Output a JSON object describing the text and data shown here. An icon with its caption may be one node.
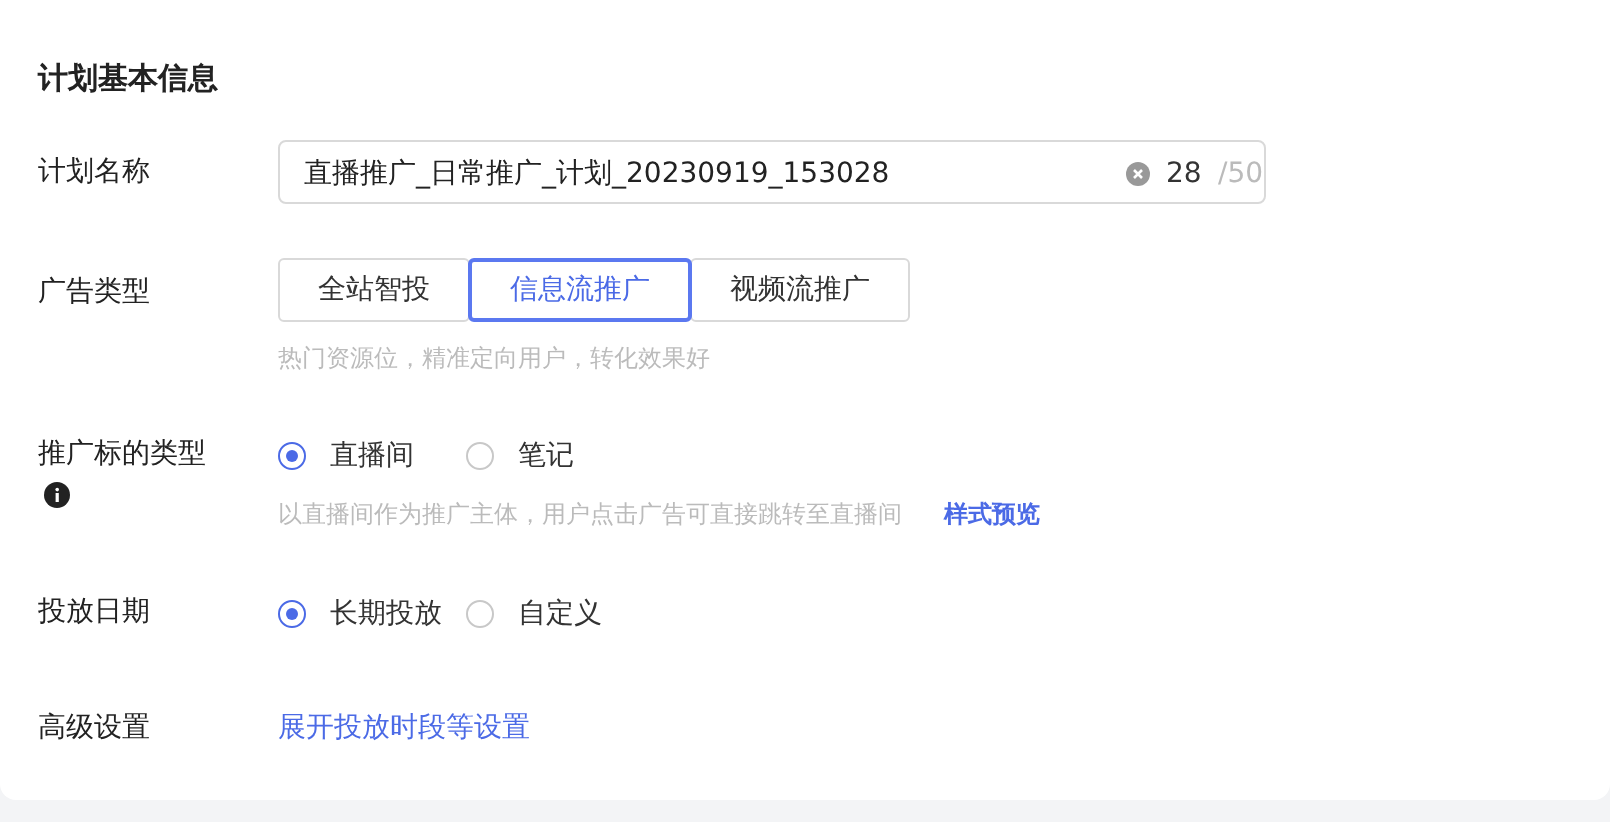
{
  "diagram": {
    "labels": [
      "计划基本信息",
      "计划名称",
      "直播推广_日常推广_计划_20230919_153028",
      "28",
      "/50",
      "广告类型",
      "全站智投",
      "信息流推广",
      "视频流推广",
      "热门资源位，精准定向用户，转化效果好",
      "推广标的类型",
      "直播间",
      "笔记",
      "以直播间作为推广主体，用户点击广告可直接跳转至直播间",
      "样式预览",
      "投放日期",
      "长期投放",
      "自定义",
      "高级设置",
      "展开投放时段等设置"
    ]
  }
}
